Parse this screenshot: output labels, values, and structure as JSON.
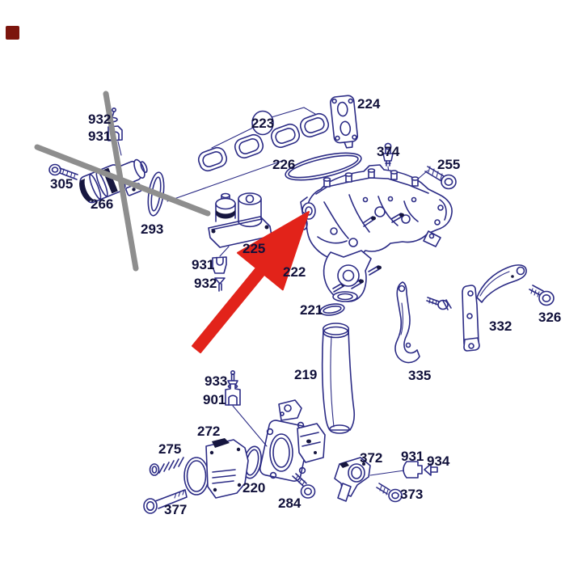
{
  "diagram": {
    "type": "exploded-parts-diagram",
    "callouts": [
      {
        "id": "932-top",
        "text": "932"
      },
      {
        "id": "931-top",
        "text": "931"
      },
      {
        "id": "305",
        "text": "305"
      },
      {
        "id": "266",
        "text": "266"
      },
      {
        "id": "293",
        "text": "293"
      },
      {
        "id": "223",
        "text": "223"
      },
      {
        "id": "224",
        "text": "224"
      },
      {
        "id": "226",
        "text": "226"
      },
      {
        "id": "374",
        "text": "374"
      },
      {
        "id": "255",
        "text": "255"
      },
      {
        "id": "225",
        "text": "225"
      },
      {
        "id": "931-mid",
        "text": "931"
      },
      {
        "id": "932-mid",
        "text": "932"
      },
      {
        "id": "222",
        "text": "222"
      },
      {
        "id": "221",
        "text": "221"
      },
      {
        "id": "219",
        "text": "219"
      },
      {
        "id": "933",
        "text": "933"
      },
      {
        "id": "901",
        "text": "901"
      },
      {
        "id": "272",
        "text": "272"
      },
      {
        "id": "275",
        "text": "275"
      },
      {
        "id": "377",
        "text": "377"
      },
      {
        "id": "220",
        "text": "220"
      },
      {
        "id": "284",
        "text": "284"
      },
      {
        "id": "372",
        "text": "372"
      },
      {
        "id": "931-bottom",
        "text": "931"
      },
      {
        "id": "934",
        "text": "934"
      },
      {
        "id": "373",
        "text": "373"
      },
      {
        "id": "335",
        "text": "335"
      },
      {
        "id": "332",
        "text": "332"
      },
      {
        "id": "326",
        "text": "326"
      }
    ],
    "markers": {
      "crossed_out_part": "266",
      "arrow_points_to_manifold_port": true,
      "corner_marker_present": true
    },
    "colors": {
      "background": "#ffffff",
      "linework": "#2b2b85",
      "dark_accent": "#16163f",
      "label_text": "#10103a",
      "cross_out_gray": "#8e8e8e",
      "arrow_red": "#e2231a",
      "corner_marker_maroon": "#7c150d"
    }
  }
}
